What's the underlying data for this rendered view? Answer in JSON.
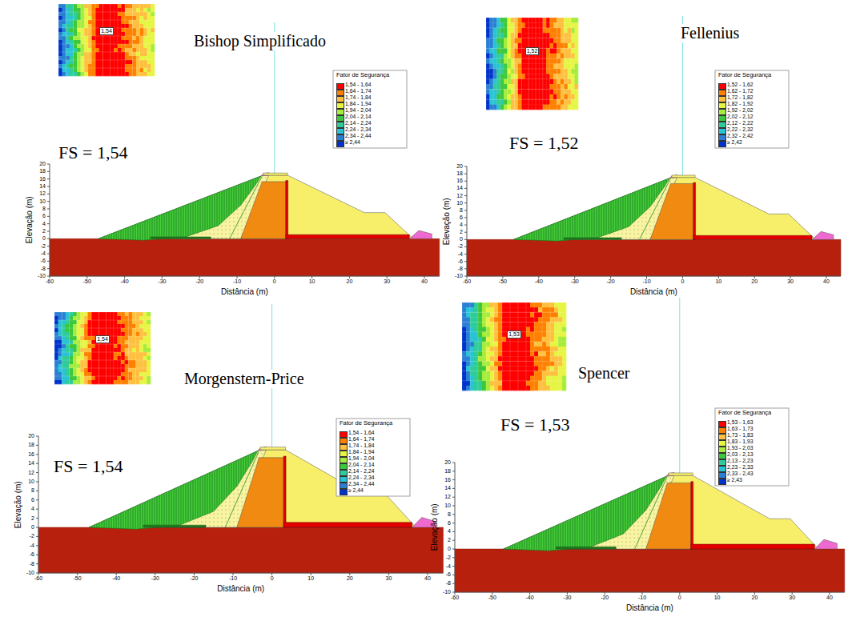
{
  "diagram": {
    "labels": [
      "Bishop Simplificado",
      "FS = 1,54",
      "1,54",
      "Fator de Segurança",
      "Elevação (m)",
      "Distância (m)",
      "20",
      "18",
      "16",
      "14",
      "12",
      "10",
      "8",
      "6",
      "4",
      "2",
      "0",
      "-2",
      "-4",
      "-6",
      "-8",
      "-10",
      "-60",
      "-50",
      "-40",
      "-30",
      "-20",
      "-10",
      "0",
      "10",
      "20",
      "30",
      "40",
      "Fellenius",
      "FS = 1,52",
      "1,52",
      "Fator de Segurança",
      "Elevação (m)",
      "Distância (m)",
      "20",
      "18",
      "16",
      "14",
      "12",
      "10",
      "8",
      "6",
      "4",
      "2",
      "0",
      "-2",
      "-4",
      "-6",
      "-8",
      "-10",
      "-60",
      "-50",
      "-40",
      "-30",
      "-20",
      "-10",
      "0",
      "10",
      "20",
      "30",
      "40",
      "Morgenstern-Price",
      "FS = 1,54",
      "1,54",
      "Fator de Segurança",
      "Elevação (m)",
      "Distância (m)",
      "20",
      "18",
      "16",
      "14",
      "12",
      "10",
      "8",
      "6",
      "4",
      "2",
      "0",
      "-2",
      "-4",
      "-6",
      "-8",
      "-10",
      "-60",
      "-50",
      "-40",
      "-30",
      "-20",
      "-10",
      "0",
      "10",
      "20",
      "30",
      "40",
      "Spencer",
      "FS = 1,53",
      "1,53",
      "Fator de Segurança",
      "Elevação (m)",
      "Distância (m)",
      "20",
      "18",
      "16",
      "14",
      "12",
      "10",
      "8",
      "6",
      "4",
      "2",
      "0",
      "-2",
      "-4",
      "-6",
      "-8",
      "-10",
      "-60",
      "-50",
      "-40",
      "-30",
      "-20",
      "-10",
      "0",
      "10",
      "20",
      "30",
      "40"
    ],
    "legend": [
      {
        "text": "1,54 - 1,64",
        "color": "#ff0000"
      },
      {
        "text": "1,64 - 1,74",
        "color": "#ff8000"
      },
      {
        "text": "1,74 - 1,84",
        "color": "#ffc040"
      },
      {
        "text": "1,84 - 1,94",
        "color": "#e6f542"
      },
      {
        "text": "1,94 - 2,04",
        "color": "#a6ec3c"
      },
      {
        "text": "2,04 - 2,14",
        "color": "#3cc83c"
      },
      {
        "text": "2,14 - 2,24",
        "color": "#2ecc9a"
      },
      {
        "text": "2,24 - 2,34",
        "color": "#29c3d6"
      },
      {
        "text": "2,34 - 2,44",
        "color": "#2a7fd4"
      },
      {
        "text": "≥ 2,44",
        "color": "#0033cc"
      },
      {
        "text": "1,52 - 1,62",
        "color": "#ff0000"
      },
      {
        "text": "1,62 - 1,72",
        "color": "#ff8000"
      },
      {
        "text": "1,72 - 1,82",
        "color": "#ffc040"
      },
      {
        "text": "1,82 - 1,92",
        "color": "#e6f542"
      },
      {
        "text": "1,92 - 2,02",
        "color": "#a6ec3c"
      },
      {
        "text": "2,02 - 2,12",
        "color": "#3cc83c"
      },
      {
        "text": "2,12 - 2,22",
        "color": "#2ecc9a"
      },
      {
        "text": "2,22 - 2,32",
        "color": "#29c3d6"
      },
      {
        "text": "2,32 - 2,42",
        "color": "#2a7fd4"
      },
      {
        "text": "≥ 2,42",
        "color": "#0033cc"
      },
      {
        "text": "1,54 - 1,64",
        "color": "#ff0000"
      },
      {
        "text": "1,64 - 1,74",
        "color": "#ff8000"
      },
      {
        "text": "1,74 - 1,84",
        "color": "#ffc040"
      },
      {
        "text": "1,84 - 1,94",
        "color": "#e6f542"
      },
      {
        "text": "1,94 - 2,04",
        "color": "#a6ec3c"
      },
      {
        "text": "2,04 - 2,14",
        "color": "#3cc83c"
      },
      {
        "text": "2,14 - 2,24",
        "color": "#2ecc9a"
      },
      {
        "text": "2,24 - 2,34",
        "color": "#29c3d6"
      },
      {
        "text": "2,34 - 2,44",
        "color": "#2a7fd4"
      },
      {
        "text": "≥ 2,44",
        "color": "#0033cc"
      },
      {
        "text": "1,53 - 1,63",
        "color": "#ff0000"
      },
      {
        "text": "1,63 - 1,73",
        "color": "#ff8000"
      },
      {
        "text": "1,73 - 1,83",
        "color": "#ffc040"
      },
      {
        "text": "1,83 - 1,93",
        "color": "#e6f542"
      },
      {
        "text": "1,93 - 2,03",
        "color": "#a6ec3c"
      },
      {
        "text": "2,03 - 2,13",
        "color": "#3cc83c"
      },
      {
        "text": "2,13 - 2,23",
        "color": "#2ecc9a"
      },
      {
        "text": "2,23 - 2,33",
        "color": "#29c3d6"
      },
      {
        "text": "2,33 - 2,43",
        "color": "#2a7fd4"
      },
      {
        "text": "≥ 2,43",
        "color": "#0033cc"
      }
    ]
  }
}
